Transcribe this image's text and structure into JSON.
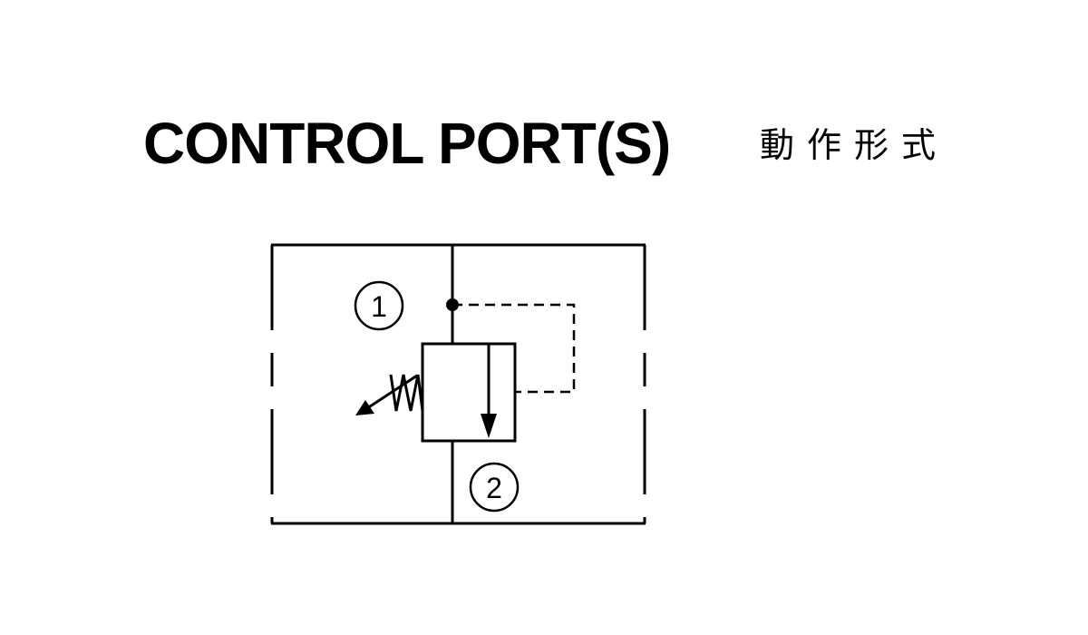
{
  "title": "CONTROL PORT(S)",
  "subtitle": "動作形式",
  "ports": {
    "port_1": "1",
    "port_2": "2"
  },
  "colors": {
    "ink": "#000000",
    "background": "#ffffff"
  }
}
